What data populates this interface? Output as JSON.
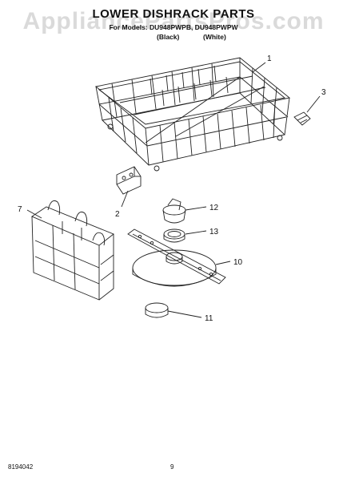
{
  "header": {
    "title": "LOWER DISHRACK PARTS",
    "for_models": "For Models: DU948PWPB, DU948PWPW",
    "variant_black": "(Black)",
    "variant_white": "(White)"
  },
  "watermark": "AppliancePartsPros.com",
  "callouts": [
    {
      "id": "callout-1",
      "label": "1"
    },
    {
      "id": "callout-2",
      "label": "2"
    },
    {
      "id": "callout-3",
      "label": "3"
    },
    {
      "id": "callout-7",
      "label": "7"
    },
    {
      "id": "callout-10",
      "label": "10"
    },
    {
      "id": "callout-11",
      "label": "11"
    },
    {
      "id": "callout-12",
      "label": "12"
    },
    {
      "id": "callout-13",
      "label": "13"
    }
  ],
  "footer": {
    "doc_number": "8194042",
    "page_number": "9"
  },
  "colors": {
    "line": "#222222",
    "watermark": "#969696"
  }
}
